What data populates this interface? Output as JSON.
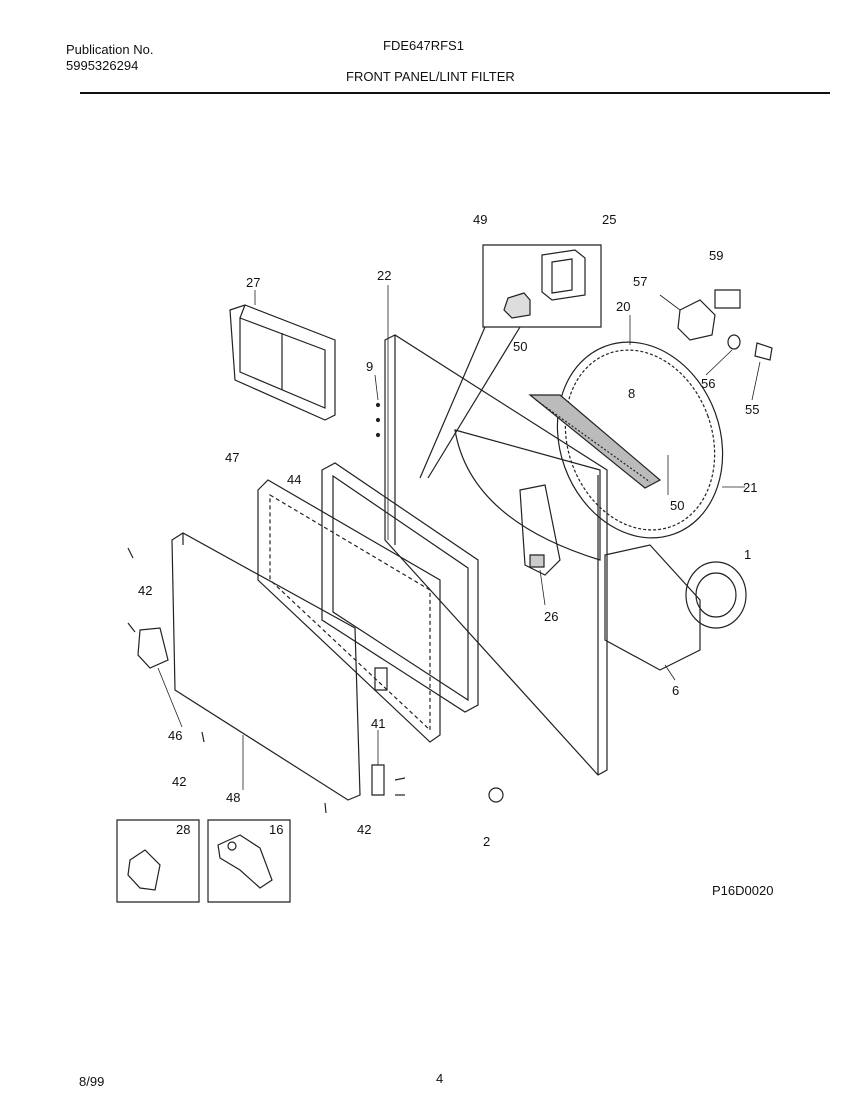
{
  "header": {
    "publication_label": "Publication No.",
    "publication_number": "5995326294",
    "model": "FDE647RFS1",
    "section_title": "FRONT PANEL/LINT FILTER"
  },
  "diagram": {
    "part_labels": [
      {
        "id": "lbl-49",
        "text": "49"
      },
      {
        "id": "lbl-25",
        "text": "25"
      },
      {
        "id": "lbl-59",
        "text": "59"
      },
      {
        "id": "lbl-27",
        "text": "27"
      },
      {
        "id": "lbl-22",
        "text": "22"
      },
      {
        "id": "lbl-57",
        "text": "57"
      },
      {
        "id": "lbl-20",
        "text": "20"
      },
      {
        "id": "lbl-9",
        "text": "9"
      },
      {
        "id": "lbl-50a",
        "text": "50"
      },
      {
        "id": "lbl-56",
        "text": "56"
      },
      {
        "id": "lbl-8",
        "text": "8"
      },
      {
        "id": "lbl-55",
        "text": "55"
      },
      {
        "id": "lbl-47",
        "text": "47"
      },
      {
        "id": "lbl-44",
        "text": "44"
      },
      {
        "id": "lbl-21",
        "text": "21"
      },
      {
        "id": "lbl-50b",
        "text": "50"
      },
      {
        "id": "lbl-1",
        "text": "1"
      },
      {
        "id": "lbl-42a",
        "text": "42"
      },
      {
        "id": "lbl-26",
        "text": "26"
      },
      {
        "id": "lbl-6",
        "text": "6"
      },
      {
        "id": "lbl-41",
        "text": "41"
      },
      {
        "id": "lbl-46",
        "text": "46"
      },
      {
        "id": "lbl-42b",
        "text": "42"
      },
      {
        "id": "lbl-48",
        "text": "48"
      },
      {
        "id": "lbl-42c",
        "text": "42"
      },
      {
        "id": "lbl-2",
        "text": "2"
      },
      {
        "id": "lbl-28",
        "text": "28"
      },
      {
        "id": "lbl-16",
        "text": "16"
      }
    ],
    "drawing_code": "P16D0020"
  },
  "footer": {
    "date": "8/99",
    "page_number": "4"
  }
}
